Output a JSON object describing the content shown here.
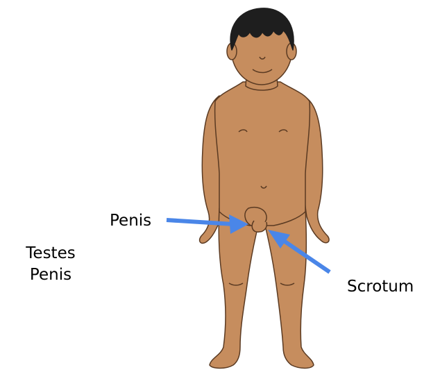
{
  "labels": {
    "penis_pointer": "Penis",
    "scrotum_pointer": "Scrotum",
    "side_list": [
      "Testes",
      "Penis"
    ]
  },
  "colors": {
    "skin": "#c68d5e",
    "skin_outline": "#5a3a22",
    "hair": "#1e1e1e",
    "arrow": "#4a86e8",
    "text": "#000000"
  }
}
